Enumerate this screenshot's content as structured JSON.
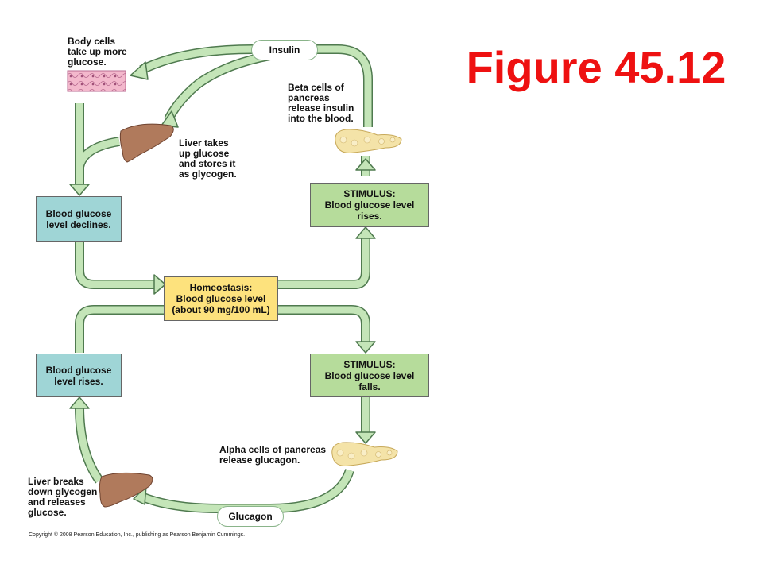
{
  "title": "Figure 45.12",
  "boxes": {
    "declines": "Blood glucose level declines.",
    "rises_left": "Blood glucose level rises.",
    "homeostasis": "Homeostasis:\nBlood glucose level\n(about 90 mg/100 mL)",
    "stimulus_rises": "STIMULUS:\nBlood glucose level\nrises.",
    "stimulus_falls": "STIMULUS:\nBlood glucose level\nfalls."
  },
  "labels": {
    "body_cells": "Body cells\ntake up more\nglucose.",
    "beta_cells": "Beta cells of\npancreas\nrelease insulin\ninto the blood.",
    "liver_takes": "Liver takes\nup glucose\nand stores it\nas glycogen.",
    "alpha_cells": "Alpha cells of pancreas\nrelease glucagon.",
    "liver_breaks": "Liver breaks\ndown glycogen\nand releases\nglucose."
  },
  "hormones": {
    "insulin": "Insulin",
    "glucagon": "Glucagon"
  },
  "copyright": "Copyright © 2008 Pearson Education, Inc., publishing as Pearson Benjamin Cummings.",
  "colors": {
    "title": "#ee1111",
    "arrow_fill": "#c4e5b8",
    "arrow_stroke": "#4f7a4f",
    "box_blue": "#9fd5d6",
    "box_green": "#b6dc9b",
    "box_yellow": "#fde27d",
    "liver": "#b07a5c",
    "pancreas": "#f4e3a8"
  }
}
